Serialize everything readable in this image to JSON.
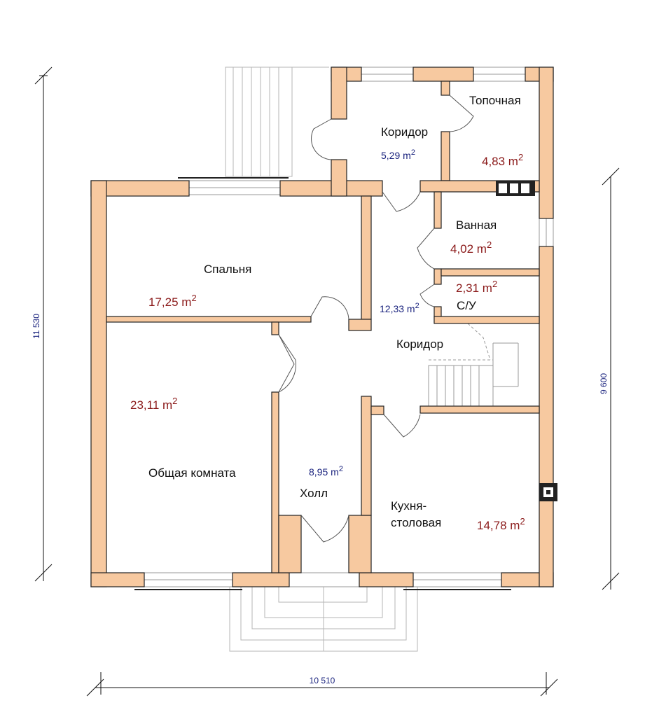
{
  "colors": {
    "wall_fill": "#f7c9a0",
    "wall_stroke": "#222222",
    "area_red": "#8b1a1a",
    "area_blue": "#1a237e"
  },
  "rooms": {
    "bedroom": {
      "name": "Спальня",
      "area": "17,25 m",
      "sup": "2"
    },
    "living": {
      "name": "Общая комната",
      "area": "23,11 m",
      "sup": "2"
    },
    "hall": {
      "name": "Холл",
      "area": "8,95 m",
      "sup": "2"
    },
    "kitchen": {
      "name_line1": "Кухня-",
      "name_line2": "столовая",
      "area": "14,78 m",
      "sup": "2"
    },
    "corridor_main": {
      "name": "Коридор",
      "area": "12,33 m",
      "sup": "2"
    },
    "corridor_top": {
      "name": "Коридор",
      "area": "5,29 m",
      "sup": "2"
    },
    "boiler": {
      "name": "Топочная",
      "area": "4,83 m",
      "sup": "2"
    },
    "bath": {
      "name": "Ванная",
      "area": "4,02 m",
      "sup": "2"
    },
    "wc": {
      "name": "С/У",
      "area": "2,31 m",
      "sup": "2"
    }
  },
  "dimensions": {
    "total_height": "11 530",
    "right_height": "9 600",
    "total_width": "10 510"
  }
}
